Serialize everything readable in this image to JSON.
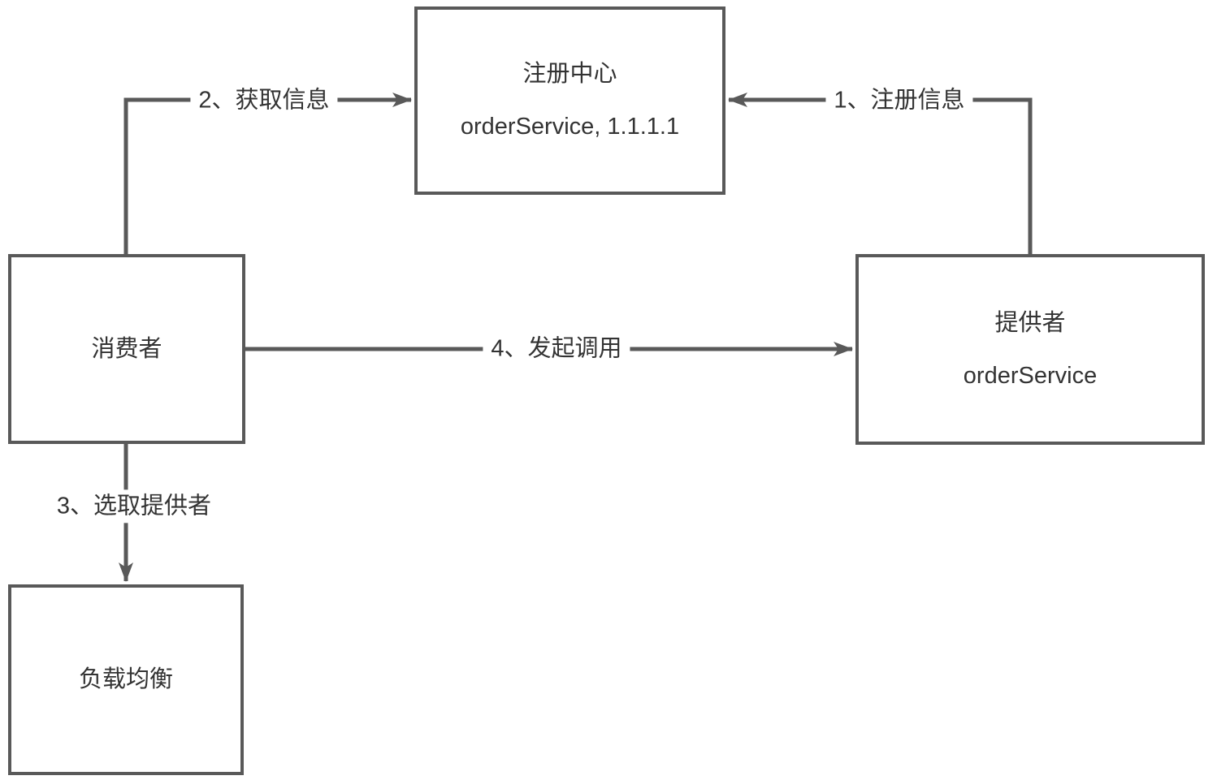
{
  "diagram": {
    "nodes": {
      "registry": {
        "title": "注册中心",
        "subtitle": "orderService, 1.1.1.1"
      },
      "consumer": {
        "title": "消费者"
      },
      "provider": {
        "title": "提供者",
        "subtitle": "orderService"
      },
      "load_balancer": {
        "title": "负载均衡"
      }
    },
    "edges": {
      "register_info": {
        "label": "1、注册信息",
        "from": "provider",
        "to": "registry"
      },
      "fetch_info": {
        "label": "2、获取信息",
        "from": "consumer",
        "to": "registry"
      },
      "select_provider": {
        "label": "3、选取提供者",
        "from": "consumer",
        "to": "load_balancer"
      },
      "invoke_call": {
        "label": "4、发起调用",
        "from": "consumer",
        "to": "provider"
      }
    },
    "colors": {
      "line": "#595959",
      "text": "#333333",
      "background": "#ffffff"
    }
  }
}
